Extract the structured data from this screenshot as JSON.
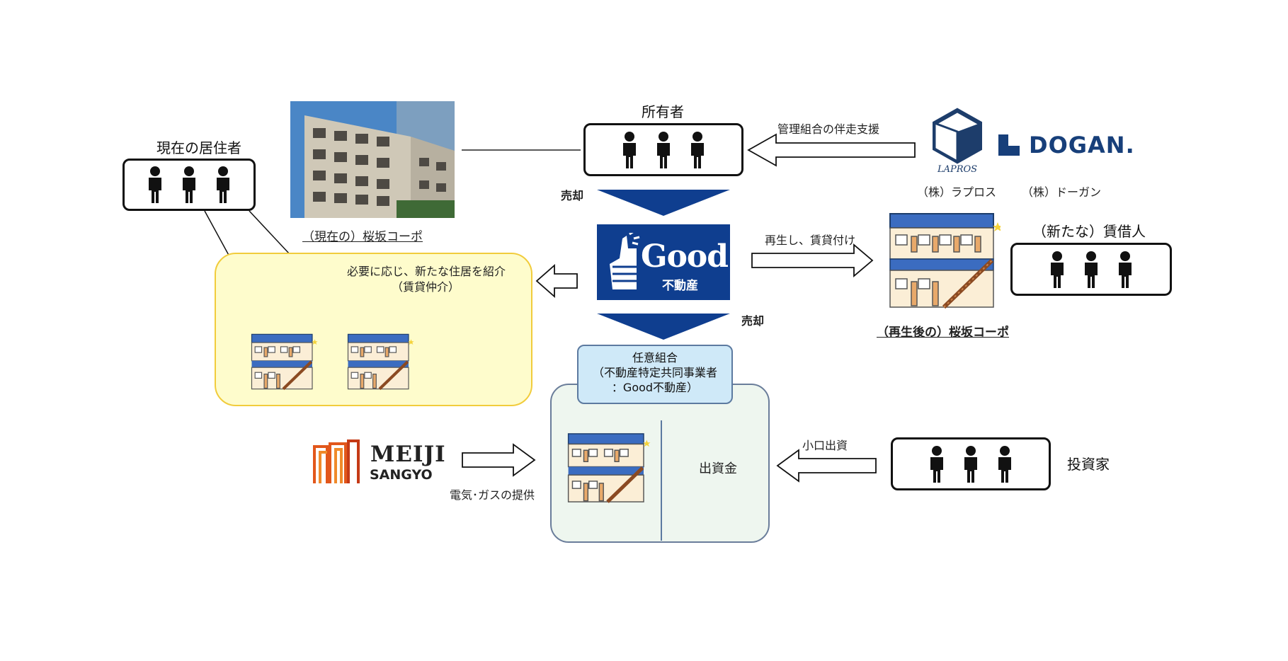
{
  "labels": {
    "current_residents": "現在の居住者",
    "owners": "所有者",
    "new_tenants": "（新たな）賃借人",
    "investors": "投資家",
    "current_building": "（現在の）桜坂コーポ",
    "renovated_building": "（再生後の）桜坂コーポ",
    "sale_top": "売却",
    "sale_bottom": "売却",
    "management_support": "管理組合の伴走支援",
    "renovate_lease": "再生し、賃貸付け",
    "new_housing_line1": "必要に応じ、新たな住居を紹介",
    "new_housing_line2": "（賃貸仲介）",
    "small_investment": "小口出資",
    "utility_supply": "電気･ガスの提供",
    "capital": "出資金",
    "laprus_corp": "（株）ラプロス",
    "dogan_corp": "（株）ドーガン"
  },
  "partnership": {
    "line1": "任意組合",
    "line2": "（不動産特定共同事業者",
    "line3": "：Good不動産）"
  },
  "logos": {
    "good_word": "Good",
    "good_sub": "不動産",
    "meiji_line1": "MEIJI",
    "meiji_line2": "SANGYO",
    "dogan": "DOGAN.",
    "laprus": "LAPROS"
  },
  "colors": {
    "good_blue": "#0f3e8f",
    "dogan_blue": "#173f7a",
    "meiji_orange": "#e2571b",
    "yellow_area": "#fefccc",
    "partnership_blue": "#cfe9f8"
  }
}
